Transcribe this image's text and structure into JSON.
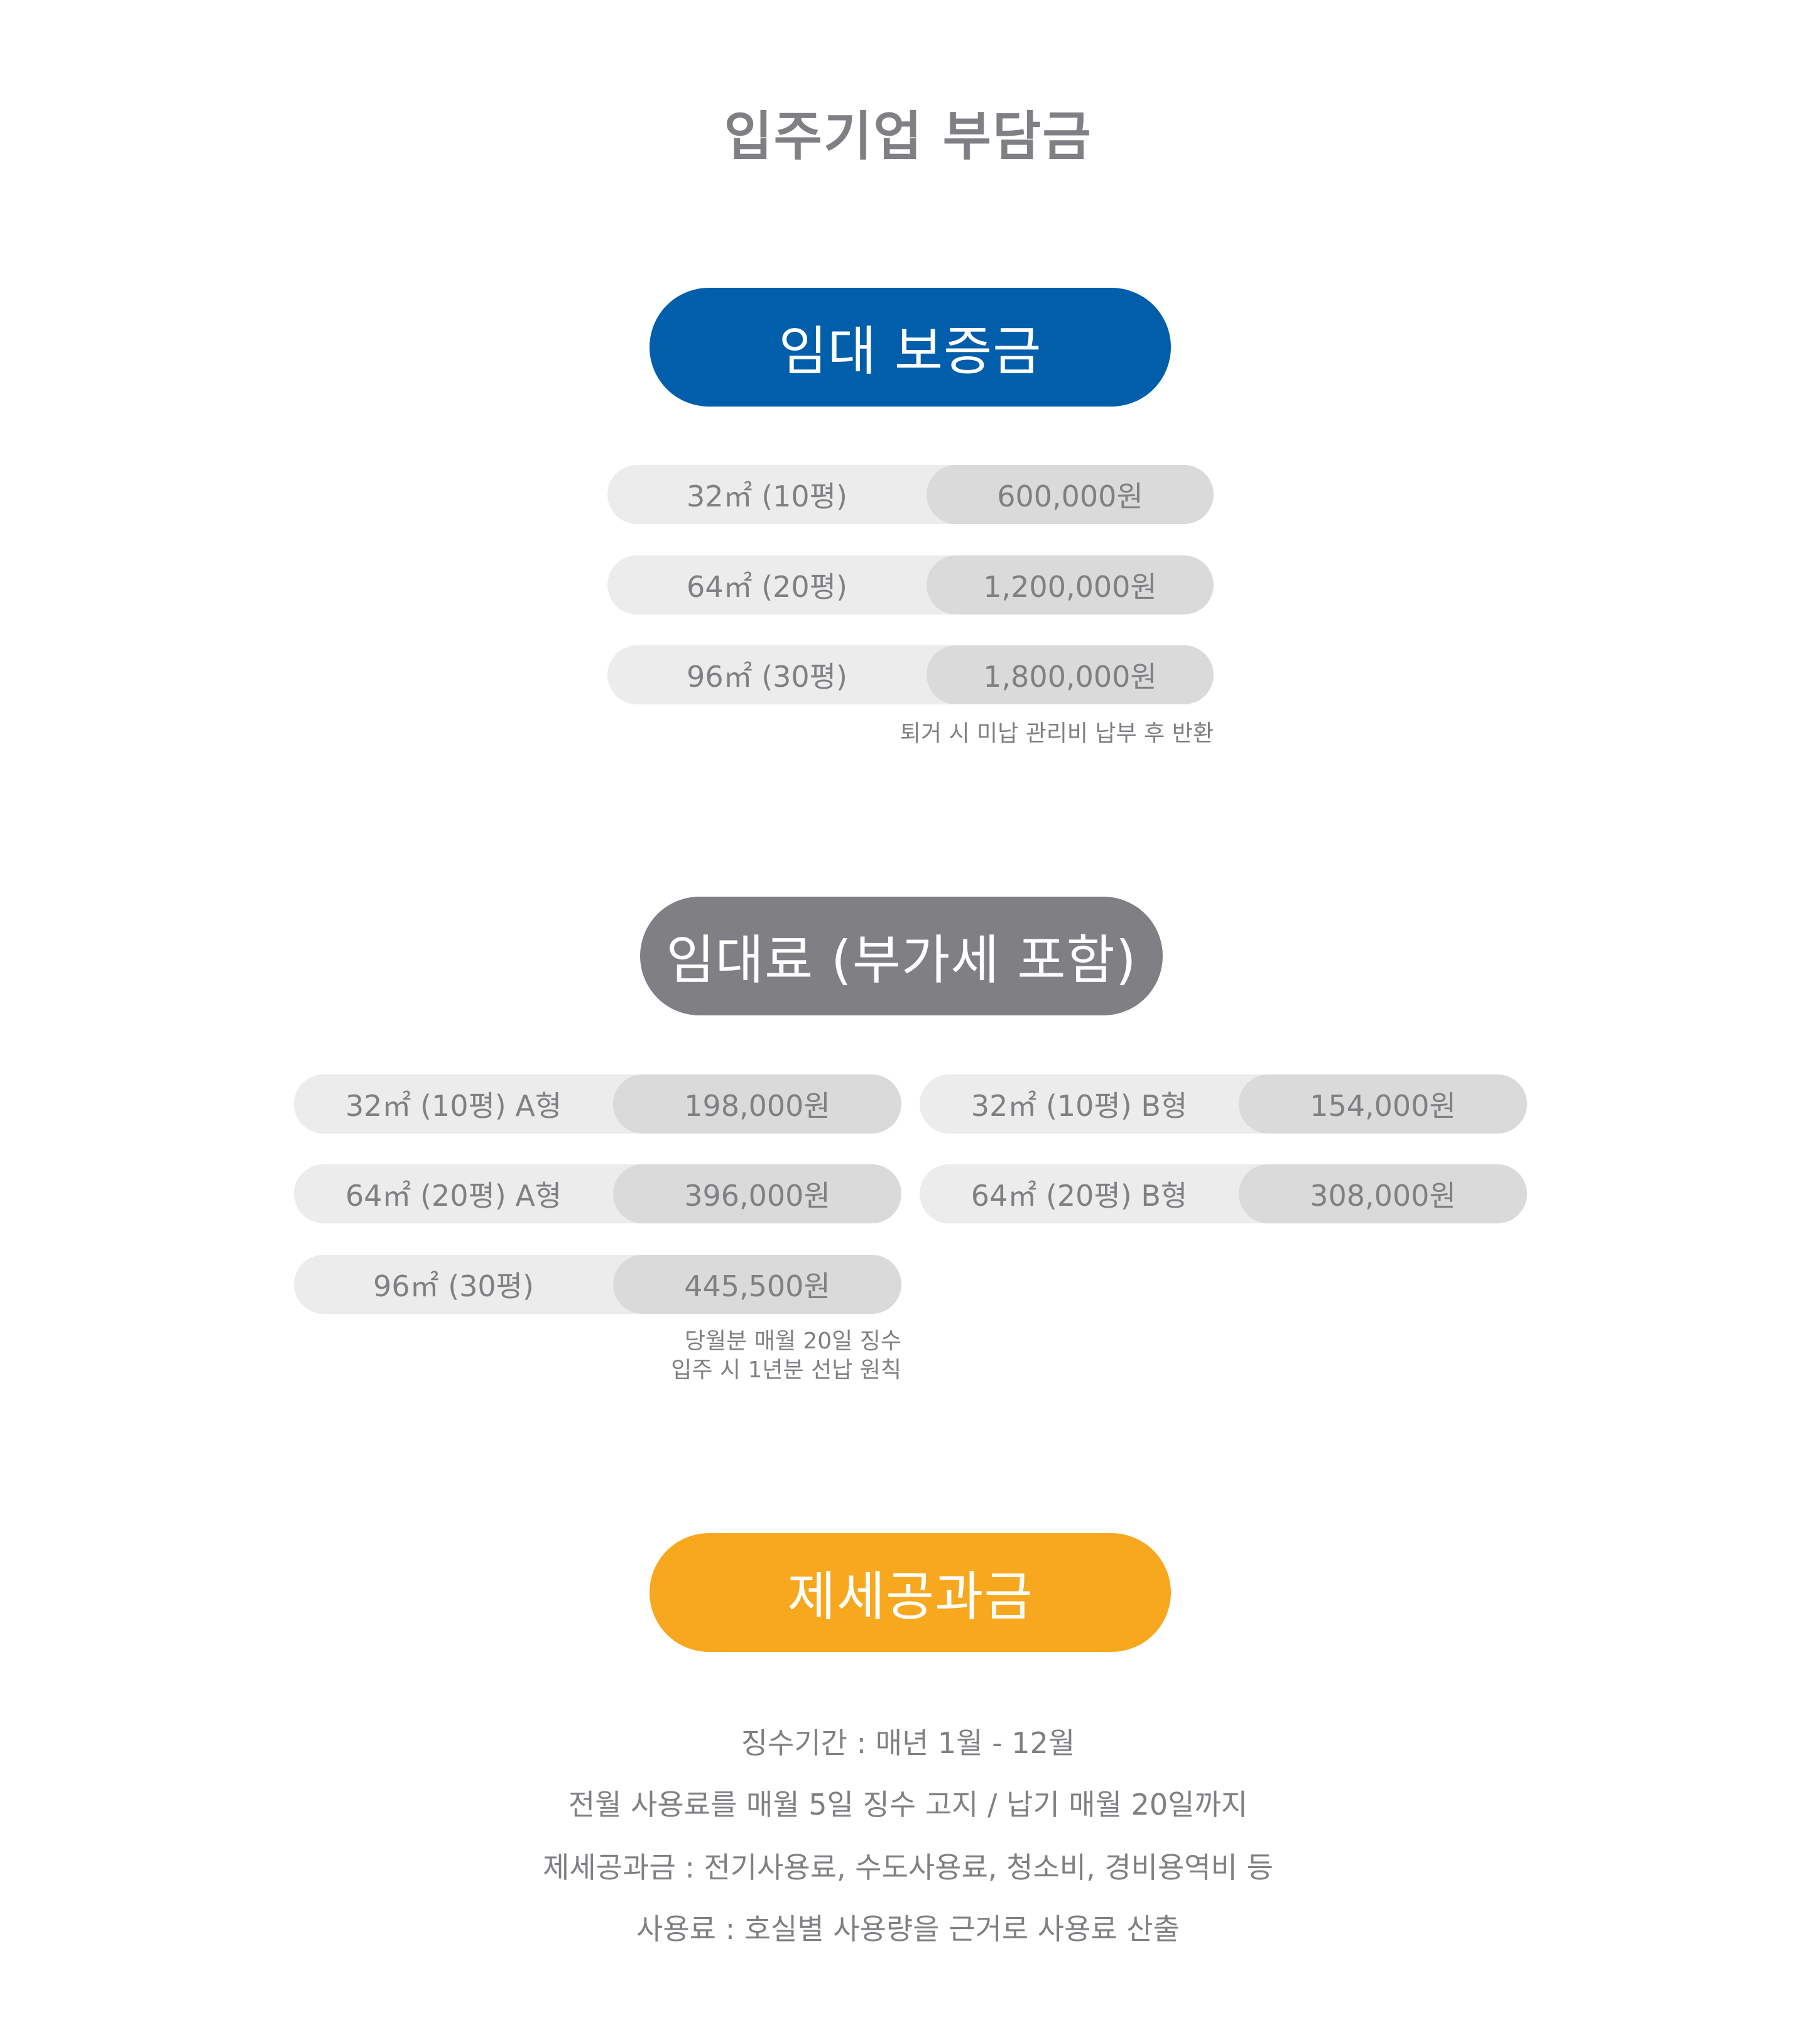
{
  "page": {
    "title": "입주기업 부담금"
  },
  "deposit": {
    "heading": "임대 보증금",
    "color": "#005eab",
    "rows": [
      {
        "size": "32㎡ (10평)",
        "amount": "600,000원"
      },
      {
        "size": "64㎡ (20평)",
        "amount": "1,200,000원"
      },
      {
        "size": "96㎡ (30평)",
        "amount": "1,800,000원"
      }
    ],
    "note": "퇴거 시 미납 관리비 납부 후 반환"
  },
  "rent": {
    "heading": "임대료 (부가세 포함)",
    "color": "#808084",
    "left_rows": [
      {
        "size": "32㎡ (10평) A형",
        "amount": "198,000원"
      },
      {
        "size": "64㎡ (20평) A형",
        "amount": "396,000원"
      },
      {
        "size": "96㎡ (30평)",
        "amount": "445,500원"
      }
    ],
    "right_rows": [
      {
        "size": "32㎡ (10평) B형",
        "amount": "154,000원"
      },
      {
        "size": "64㎡ (20평) B형",
        "amount": "308,000원"
      }
    ],
    "notes": [
      "당월분 매월 20일 징수",
      "입주 시 1년분 선납 원칙"
    ]
  },
  "utilities": {
    "heading": "제세공과금",
    "color": "#f7a81e",
    "lines": [
      "징수기간 : 매년 1월 - 12월",
      "전월 사용료를 매월 5일 징수 고지 / 납기 매월 20일까지",
      "제세공과금 : 전기사용료, 수도사용료, 청소비, 경비용역비 등",
      "사용료 : 호실별 사용량을 근거로 사용료 산출"
    ]
  },
  "colors": {
    "text_gray": "#808084",
    "row_light": "#ececec",
    "row_dark": "#dadada"
  }
}
